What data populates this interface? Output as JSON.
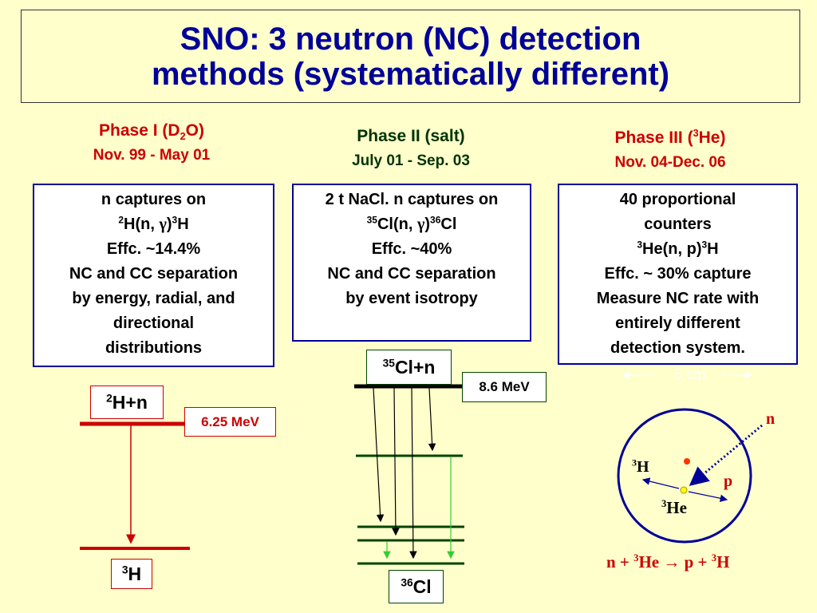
{
  "title": {
    "line1": "SNO: 3 neutron (NC) detection",
    "line2": "methods (systematically different)"
  },
  "phase1": {
    "title_main": "Phase I (D",
    "title_sub": "2",
    "title_end": "O)",
    "dates": "Nov. 99 - May 01",
    "box": {
      "line1": "n captures on",
      "line2_sup1": "2",
      "line2_text1": "H(n, ",
      "line2_gamma": "γ",
      "line2_text2": ")",
      "line2_sup2": "3",
      "line2_text3": "H",
      "line3": "Effc. ~14.4%",
      "line4": "NC and CC separation",
      "line5": "by energy, radial, and",
      "line6": "directional",
      "line7": "distributions"
    },
    "diagram": {
      "top_sup": "2",
      "top_label": "H+n",
      "energy": "6.25 MeV",
      "bottom_sup": "3",
      "bottom_label": "H"
    }
  },
  "phase2": {
    "title": "Phase II (salt)",
    "dates": "July 01 - Sep. 03",
    "box": {
      "line1": "2 t NaCl. n captures on",
      "line2_sup1": "35",
      "line2_text1": "Cl(n, ",
      "line2_gamma": "γ",
      "line2_text2": ")",
      "line2_sup2": "36",
      "line2_text3": "Cl",
      "line3": "Effc. ~40%",
      "line4": "NC and CC separation",
      "line5": "by event isotropy"
    },
    "diagram": {
      "top_sup": "35",
      "top_label": "Cl+n",
      "energy": "8.6 MeV",
      "bottom_sup": "36",
      "bottom_label": "Cl"
    }
  },
  "phase3": {
    "title_main": "Phase III (",
    "title_sup": "3",
    "title_end": "He)",
    "dates": "Nov. 04-Dec. 06",
    "box": {
      "line1": "40 proportional",
      "line2": "counters",
      "line3_sup1": "3",
      "line3_text1": "He(n, p)",
      "line3_sup2": "3",
      "line3_text2": "H",
      "line4": "Effc. ~ 30% capture",
      "line5": "Measure NC rate with",
      "line6": "entirely different",
      "line7": "detection system."
    },
    "diagram": {
      "scale": "5 cm",
      "n_label": "n",
      "h3_sup": "3",
      "h3_label": "H",
      "p_label": "p",
      "he3_sup": "3",
      "he3_label": "He",
      "reaction_a": "n + ",
      "reaction_sup1": "3",
      "reaction_b": "He ",
      "reaction_arrow": "→",
      "reaction_c": " p + ",
      "reaction_sup2": "3",
      "reaction_d": "H"
    }
  },
  "colors": {
    "background": "#ffffcc",
    "title_blue": "#000099",
    "phase_red": "#cc0000",
    "phase_green": "#003300",
    "level_green": "#004400",
    "gamma_green": "#33cc33"
  }
}
